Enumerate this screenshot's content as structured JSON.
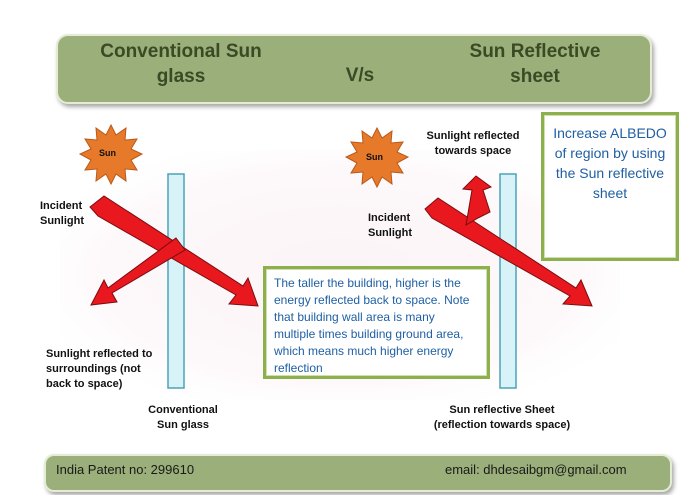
{
  "title": {
    "left": "Conventional Sun\nglass",
    "middle": "V/s",
    "right": "Sun Reflective\nsheet"
  },
  "sun_label": "Sun",
  "left_diagram": {
    "incident": "Incident\nSunlight",
    "reflected": "Sunlight reflected to\nsurroundings (not\nback to space)",
    "panel_caption": "Conventional\nSun glass"
  },
  "right_diagram": {
    "incident": "Incident\nSunlight",
    "reflected": "Sunlight reflected\ntowards space",
    "panel_caption": "Sun reflective Sheet\n(reflection towards space)"
  },
  "note_box": "The taller the building, higher is the energy reflected back to space. Note that building wall area is many multiple times building ground area, which means much higher energy reflection",
  "albedo_box": "Increase ALBEDO of region by using the Sun reflective sheet",
  "footer": {
    "patent": "India Patent no: 299610",
    "email": "email: dhdesaibgm@gmail.com"
  },
  "colors": {
    "title_bar": "#9aaf79",
    "arrow": "#e8181e",
    "sun": "#e6792a",
    "glass": "#d7f3f8",
    "box_border": "#8db04c",
    "box_text": "#1f5fa3"
  }
}
